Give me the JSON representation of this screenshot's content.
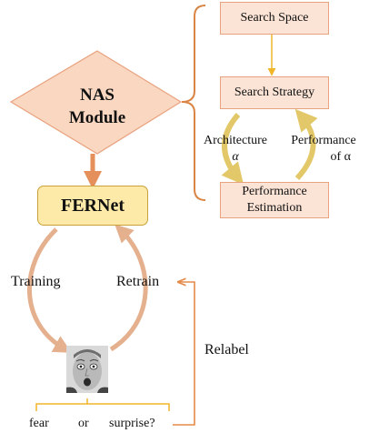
{
  "nas": {
    "line1": "NAS",
    "line2": "Module"
  },
  "fernet": "FERNet",
  "search_space": "Search Space",
  "search_strategy": "Search Strategy",
  "perf_est": {
    "line1": "Performance",
    "line2": "Estimation"
  },
  "architecture": {
    "line1": "Architecture",
    "line2": "α"
  },
  "performance_of": {
    "line1": "Performance",
    "line2": "of α"
  },
  "training": "Training",
  "retrain": "Retrain",
  "relabel": "Relabel",
  "choices": {
    "fear": "fear",
    "or": "or",
    "surprise": "surprise?"
  },
  "colors": {
    "box_fill": "#fbe3d5",
    "box_border": "#e9a27e",
    "fernet_fill": "#fdeaa8",
    "bracket": "#d98545",
    "arrow_gold": "#f1b52a",
    "cycle_gold": "#e3c869",
    "relabel_arrow": "#e58a4a"
  }
}
